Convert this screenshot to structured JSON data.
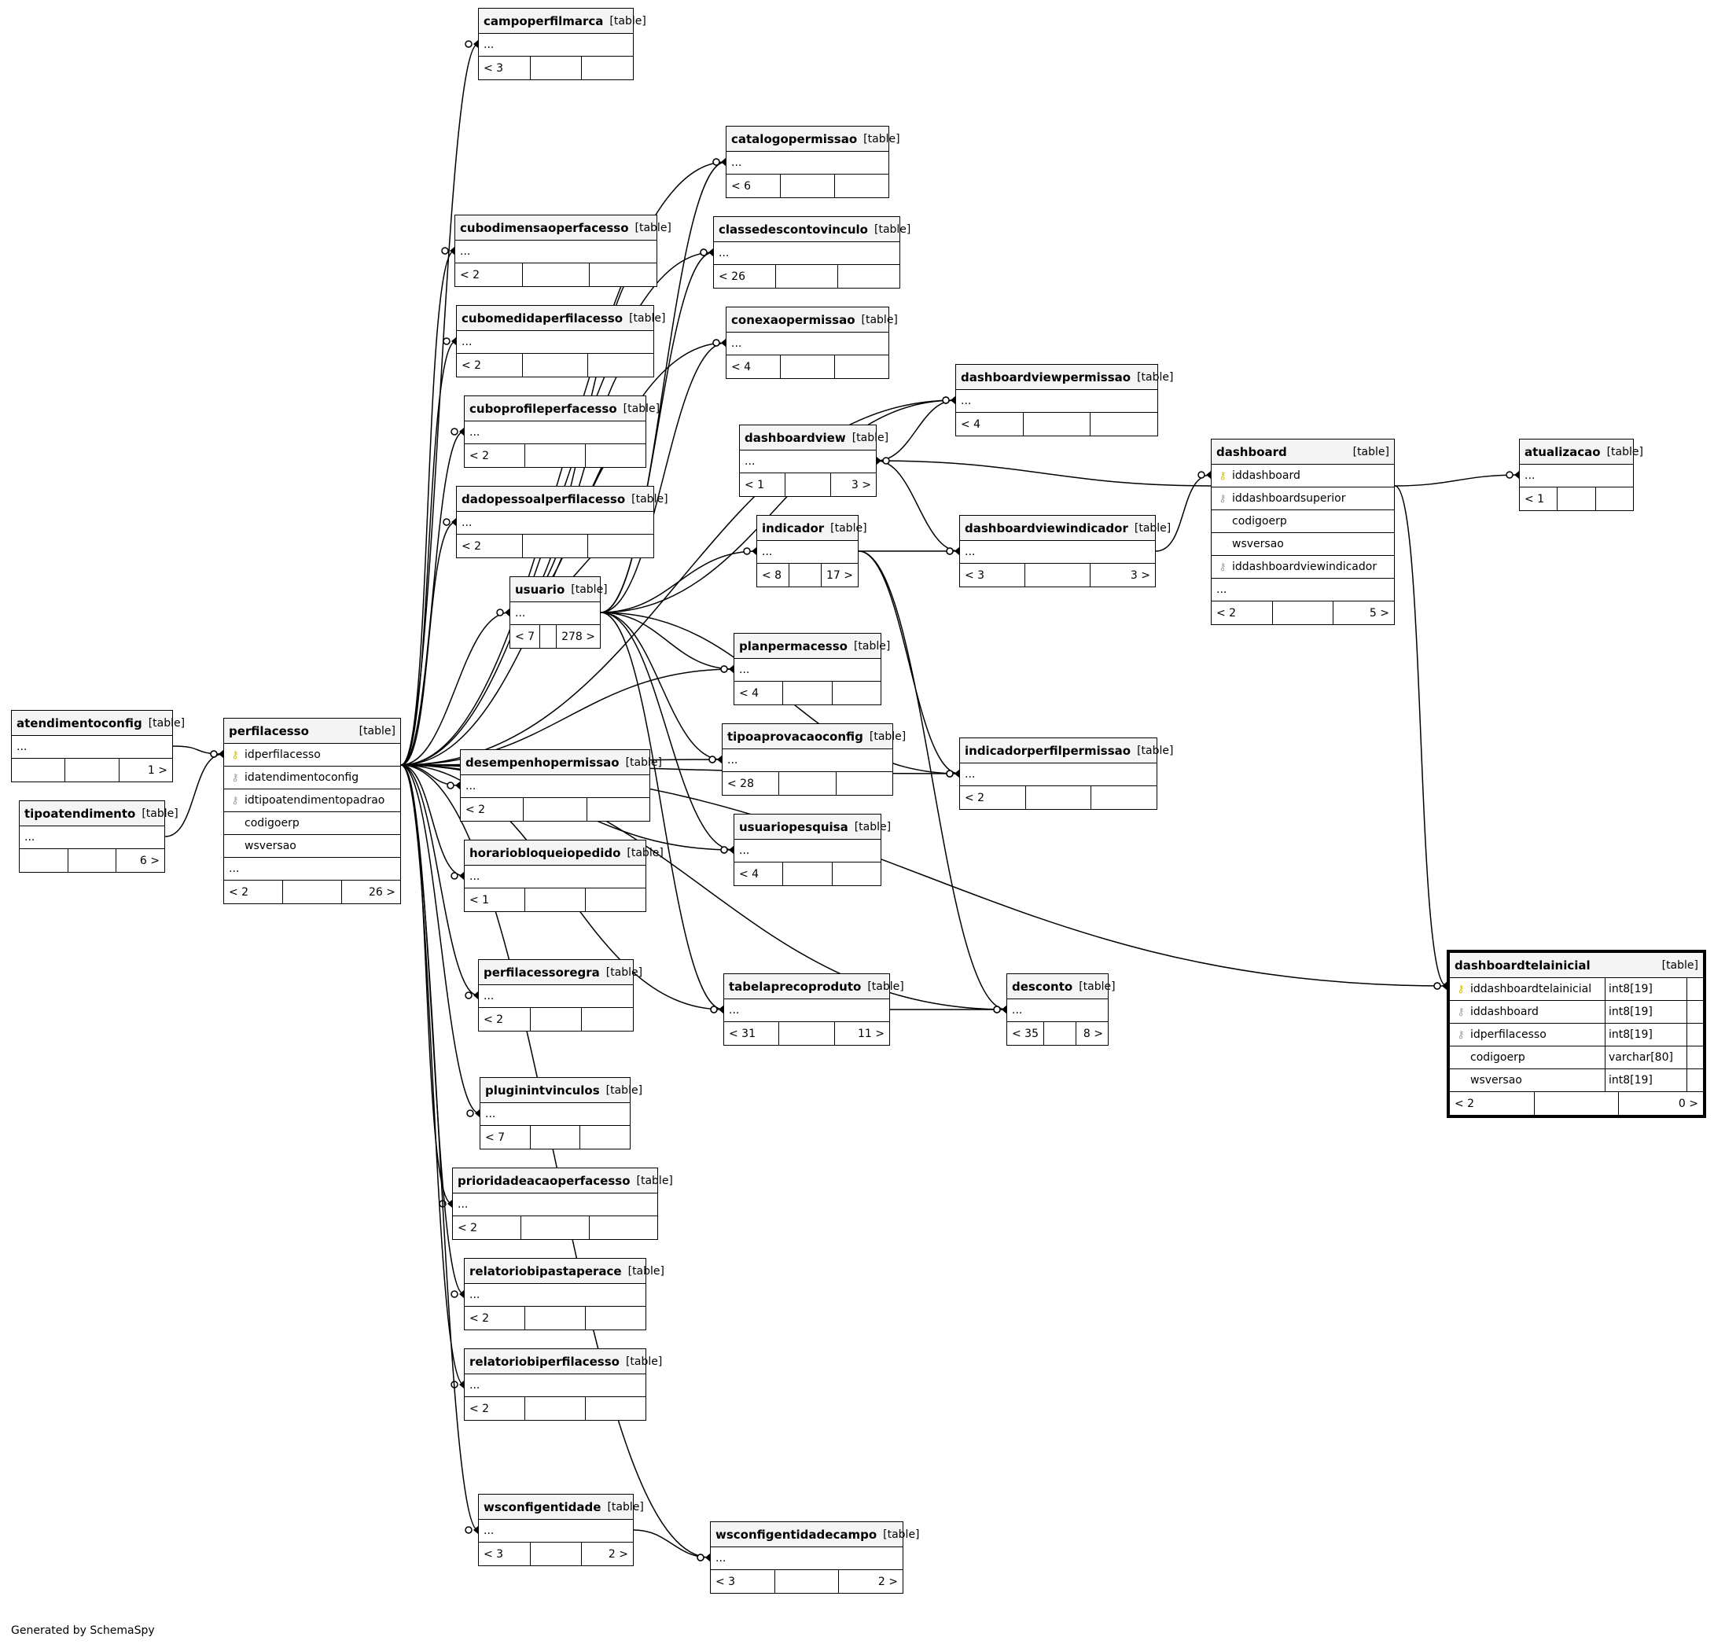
{
  "footer": "Generated by SchemaSpy",
  "tables": [
    {
      "id": "campoperfilmarca",
      "name": "campoperfilmarca",
      "kind": "[table]",
      "dots": "...",
      "foot": [
        "< 3",
        "",
        ""
      ]
    },
    {
      "id": "catalogopermissao",
      "name": "catalogopermissao",
      "kind": "[table]",
      "dots": "...",
      "foot": [
        "< 6",
        "",
        ""
      ]
    },
    {
      "id": "classedescontovinculo",
      "name": "classedescontovinculo",
      "kind": "[table]",
      "dots": "...",
      "foot": [
        "< 26",
        "",
        ""
      ]
    },
    {
      "id": "conexaopermissao",
      "name": "conexaopermissao",
      "kind": "[table]",
      "dots": "...",
      "foot": [
        "< 4",
        "",
        ""
      ]
    },
    {
      "id": "cubodimensaoperfacesso",
      "name": "cubodimensaoperfacesso",
      "kind": "[table]",
      "dots": "...",
      "foot": [
        "< 2",
        "",
        ""
      ]
    },
    {
      "id": "cubomedidaperfilacesso",
      "name": "cubomedidaperfilacesso",
      "kind": "[table]",
      "dots": "...",
      "foot": [
        "< 2",
        "",
        ""
      ]
    },
    {
      "id": "cuboprofileperfacesso",
      "name": "cuboprofileperfacesso",
      "kind": "[table]",
      "dots": "...",
      "foot": [
        "< 2",
        "",
        ""
      ]
    },
    {
      "id": "dadopessoalperfilacesso",
      "name": "dadopessoalperfilacesso",
      "kind": "[table]",
      "dots": "...",
      "foot": [
        "< 2",
        "",
        ""
      ]
    },
    {
      "id": "dashboardviewpermissao",
      "name": "dashboardviewpermissao",
      "kind": "[table]",
      "dots": "...",
      "foot": [
        "< 4",
        "",
        ""
      ]
    },
    {
      "id": "dashboardview",
      "name": "dashboardview",
      "kind": "[table]",
      "dots": "...",
      "foot": [
        "< 1",
        "",
        "3 >"
      ]
    },
    {
      "id": "dashboard",
      "name": "dashboard",
      "kind": "[table]",
      "cols": [
        {
          "key": "pk",
          "name": "iddashboard"
        },
        {
          "key": "fk",
          "name": "iddashboardsuperior"
        },
        {
          "key": "",
          "name": "codigoerp"
        },
        {
          "key": "",
          "name": "wsversao"
        },
        {
          "key": "fk",
          "name": "iddashboardviewindicador"
        }
      ],
      "dots": "...",
      "foot": [
        "< 2",
        "",
        "5 >"
      ]
    },
    {
      "id": "atualizacao",
      "name": "atualizacao",
      "kind": "[table]",
      "dots": "...",
      "foot": [
        "< 1",
        "",
        ""
      ]
    },
    {
      "id": "indicador",
      "name": "indicador",
      "kind": "[table]",
      "dots": "...",
      "foot": [
        "< 8",
        "",
        "17 >"
      ]
    },
    {
      "id": "dashboardviewindicador",
      "name": "dashboardviewindicador",
      "kind": "[table]",
      "dots": "...",
      "foot": [
        "< 3",
        "",
        "3 >"
      ]
    },
    {
      "id": "usuario",
      "name": "usuario",
      "kind": "[table]",
      "dots": "...",
      "foot": [
        "< 7",
        "",
        "278 >"
      ]
    },
    {
      "id": "planpermacesso",
      "name": "planpermacesso",
      "kind": "[table]",
      "dots": "...",
      "foot": [
        "< 4",
        "",
        ""
      ]
    },
    {
      "id": "atendimentoconfig",
      "name": "atendimentoconfig",
      "kind": "[table]",
      "dots": "...",
      "foot": [
        "",
        "",
        "1 >"
      ]
    },
    {
      "id": "perfilacesso",
      "name": "perfilacesso",
      "kind": "[table]",
      "cols": [
        {
          "key": "pk",
          "name": "idperfilacesso"
        },
        {
          "key": "fk",
          "name": "idatendimentoconfig"
        },
        {
          "key": "fk",
          "name": "idtipoatendimentopadrao"
        },
        {
          "key": "",
          "name": "codigoerp"
        },
        {
          "key": "",
          "name": "wsversao"
        }
      ],
      "dots": "...",
      "foot": [
        "< 2",
        "",
        "26 >"
      ]
    },
    {
      "id": "tipoaprovacaoconfig",
      "name": "tipoaprovacaoconfig",
      "kind": "[table]",
      "dots": "...",
      "foot": [
        "< 28",
        "",
        ""
      ]
    },
    {
      "id": "indicadorperfilpermissao",
      "name": "indicadorperfilpermissao",
      "kind": "[table]",
      "dots": "...",
      "foot": [
        "< 2",
        "",
        ""
      ]
    },
    {
      "id": "desempenhopermissao",
      "name": "desempenhopermissao",
      "kind": "[table]",
      "dots": "...",
      "foot": [
        "< 2",
        "",
        ""
      ]
    },
    {
      "id": "tipoatendimento",
      "name": "tipoatendimento",
      "kind": "[table]",
      "dots": "...",
      "foot": [
        "",
        "",
        "6 >"
      ]
    },
    {
      "id": "usuariopesquisa",
      "name": "usuariopesquisa",
      "kind": "[table]",
      "dots": "...",
      "foot": [
        "< 4",
        "",
        ""
      ]
    },
    {
      "id": "horariobloqueiopedido",
      "name": "horariobloqueiopedido",
      "kind": "[table]",
      "dots": "...",
      "foot": [
        "< 1",
        "",
        ""
      ]
    },
    {
      "id": "perfilacessoregra",
      "name": "perfilacessoregra",
      "kind": "[table]",
      "dots": "...",
      "foot": [
        "< 2",
        "",
        ""
      ]
    },
    {
      "id": "tabelaprecoproduto",
      "name": "tabelaprecoproduto",
      "kind": "[table]",
      "dots": "...",
      "foot": [
        "< 31",
        "",
        "11 >"
      ]
    },
    {
      "id": "desconto",
      "name": "desconto",
      "kind": "[table]",
      "dots": "...",
      "foot": [
        "< 35",
        "",
        "8 >"
      ]
    },
    {
      "id": "dashboardtelainicial",
      "name": "dashboardtelainicial",
      "kind": "[table]",
      "focus": true,
      "cols": [
        {
          "key": "pk",
          "name": "iddashboardtelainicial",
          "type": "int8[19]"
        },
        {
          "key": "fk",
          "name": "iddashboard",
          "type": "int8[19]"
        },
        {
          "key": "fk",
          "name": "idperfilacesso",
          "type": "int8[19]"
        },
        {
          "key": "",
          "name": "codigoerp",
          "type": "varchar[80]"
        },
        {
          "key": "",
          "name": "wsversao",
          "type": "int8[19]"
        }
      ],
      "foot": [
        "< 2",
        "",
        "0 >"
      ]
    },
    {
      "id": "pluginintvinculos",
      "name": "pluginintvinculos",
      "kind": "[table]",
      "dots": "...",
      "foot": [
        "< 7",
        "",
        ""
      ]
    },
    {
      "id": "prioridadeacaoperfacesso",
      "name": "prioridadeacaoperfacesso",
      "kind": "[table]",
      "dots": "...",
      "foot": [
        "< 2",
        "",
        ""
      ]
    },
    {
      "id": "relatoriobipastaperace",
      "name": "relatoriobipastaperace",
      "kind": "[table]",
      "dots": "...",
      "foot": [
        "< 2",
        "",
        ""
      ]
    },
    {
      "id": "relatoriobiperfilacesso",
      "name": "relatoriobiperfilacesso",
      "kind": "[table]",
      "dots": "...",
      "foot": [
        "< 2",
        "",
        ""
      ]
    },
    {
      "id": "wsconfigentidade",
      "name": "wsconfigentidade",
      "kind": "[table]",
      "dots": "...",
      "foot": [
        "< 3",
        "",
        "2 >"
      ]
    },
    {
      "id": "wsconfigentidadecampo",
      "name": "wsconfigentidadecampo",
      "kind": "[table]",
      "dots": "...",
      "foot": [
        "< 3",
        "",
        "2 >"
      ]
    }
  ],
  "relationships": [
    [
      "perfilacesso",
      "campoperfilmarca"
    ],
    [
      "perfilacesso",
      "catalogopermissao"
    ],
    [
      "perfilacesso",
      "classedescontovinculo"
    ],
    [
      "perfilacesso",
      "conexaopermissao"
    ],
    [
      "perfilacesso",
      "cubodimensaoperfacesso"
    ],
    [
      "perfilacesso",
      "cubomedidaperfilacesso"
    ],
    [
      "perfilacesso",
      "cuboprofileperfacesso"
    ],
    [
      "perfilacesso",
      "dadopessoalperfilacesso"
    ],
    [
      "perfilacesso",
      "dashboardviewpermissao"
    ],
    [
      "perfilacesso",
      "usuario"
    ],
    [
      "perfilacesso",
      "planpermacesso"
    ],
    [
      "perfilacesso",
      "tipoaprovacaoconfig"
    ],
    [
      "perfilacesso",
      "indicadorperfilpermissao"
    ],
    [
      "perfilacesso",
      "desempenhopermissao"
    ],
    [
      "perfilacesso",
      "usuariopesquisa"
    ],
    [
      "perfilacesso",
      "horariobloqueiopedido"
    ],
    [
      "perfilacesso",
      "perfilacessoregra"
    ],
    [
      "perfilacesso",
      "tabelaprecoproduto"
    ],
    [
      "perfilacesso",
      "desconto"
    ],
    [
      "perfilacesso",
      "dashboardtelainicial"
    ],
    [
      "perfilacesso",
      "pluginintvinculos"
    ],
    [
      "perfilacesso",
      "prioridadeacaoperfacesso"
    ],
    [
      "perfilacesso",
      "relatoriobipastaperace"
    ],
    [
      "perfilacesso",
      "relatoriobiperfilacesso"
    ],
    [
      "perfilacesso",
      "wsconfigentidade"
    ],
    [
      "perfilacesso",
      "wsconfigentidadecampo"
    ],
    [
      "atendimentoconfig",
      "perfilacesso"
    ],
    [
      "tipoatendimento",
      "perfilacesso"
    ],
    [
      "usuario",
      "catalogopermissao"
    ],
    [
      "usuario",
      "classedescontovinculo"
    ],
    [
      "usuario",
      "conexaopermissao"
    ],
    [
      "usuario",
      "dashboardviewpermissao"
    ],
    [
      "usuario",
      "indicador"
    ],
    [
      "usuario",
      "planpermacesso"
    ],
    [
      "usuario",
      "tipoaprovacaoconfig"
    ],
    [
      "usuario",
      "usuariopesquisa"
    ],
    [
      "usuario",
      "tabelaprecoproduto"
    ],
    [
      "usuario",
      "indicadorperfilpermissao"
    ],
    [
      "usuario",
      "cubodimensaoperfacesso"
    ],
    [
      "usuario",
      "cubomedidaperfilacesso"
    ],
    [
      "usuario",
      "cuboprofileperfacesso"
    ],
    [
      "usuario",
      "dadopessoalperfilacesso"
    ],
    [
      "dashboardview",
      "dashboardviewpermissao"
    ],
    [
      "dashboardview",
      "dashboardviewindicador"
    ],
    [
      "indicador",
      "dashboardviewindicador"
    ],
    [
      "indicador",
      "desconto"
    ],
    [
      "indicador",
      "indicadorperfilpermissao"
    ],
    [
      "dashboardviewindicador",
      "dashboard"
    ],
    [
      "dashboard",
      "atualizacao"
    ],
    [
      "dashboard",
      "dashboardtelainicial"
    ],
    [
      "dashboard",
      "dashboardview"
    ],
    [
      "tabelaprecoproduto",
      "desconto"
    ],
    [
      "wsconfigentidade",
      "wsconfigentidadecampo"
    ]
  ]
}
